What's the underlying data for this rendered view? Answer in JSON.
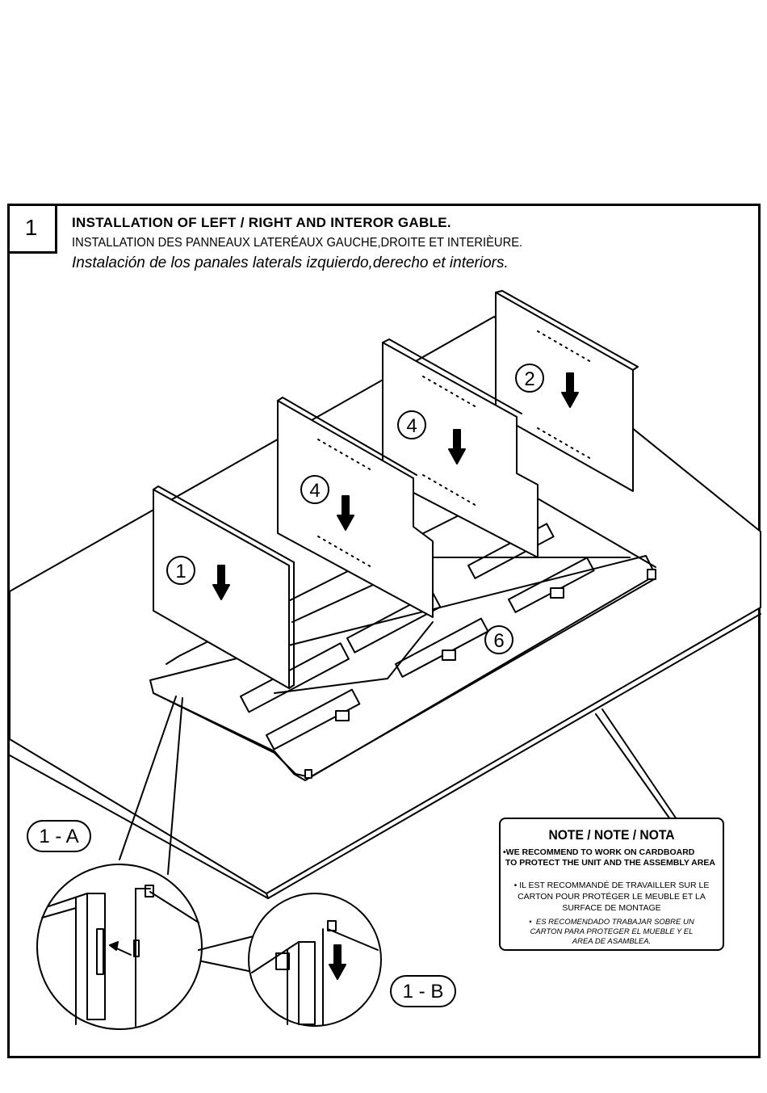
{
  "step": {
    "number": "1"
  },
  "titles": {
    "en": "INSTALLATION OF LEFT / RIGHT AND INTEROR GABLE.",
    "fr": "INSTALLATION DES PANNEAUX LATERÉAUX GAUCHE,DROITE ET INTERIÈURE.",
    "es": "Instalación de los panales laterals izquierdo,derecho et interiors."
  },
  "parts": {
    "panel_1": "1",
    "panel_2": "2",
    "panel_4a": "4",
    "panel_4b": "4",
    "base_6": "6"
  },
  "details": {
    "detail_a": "1 - A",
    "detail_b": "1 - B"
  },
  "note": {
    "title": "NOTE / NOTE / NOTA",
    "en": "•WE RECOMMEND TO WORK ON CARDBOARD\n TO PROTECT THE UNIT AND THE ASSEMBLY AREA",
    "fr": "• IL EST RECOMMANDÉ DE TRAVAILLER SUR LE\nCARTON POUR PROTÉGER LE MEUBLE ET LA\nSURFACE DE MONTAGE",
    "es": "•  ES RECOMENDADO TRABAJAR SOBRE UN\nCARTON PARA PROTEGER EL MUEBLE Y EL\nAREA DE ASAMBLEA."
  }
}
